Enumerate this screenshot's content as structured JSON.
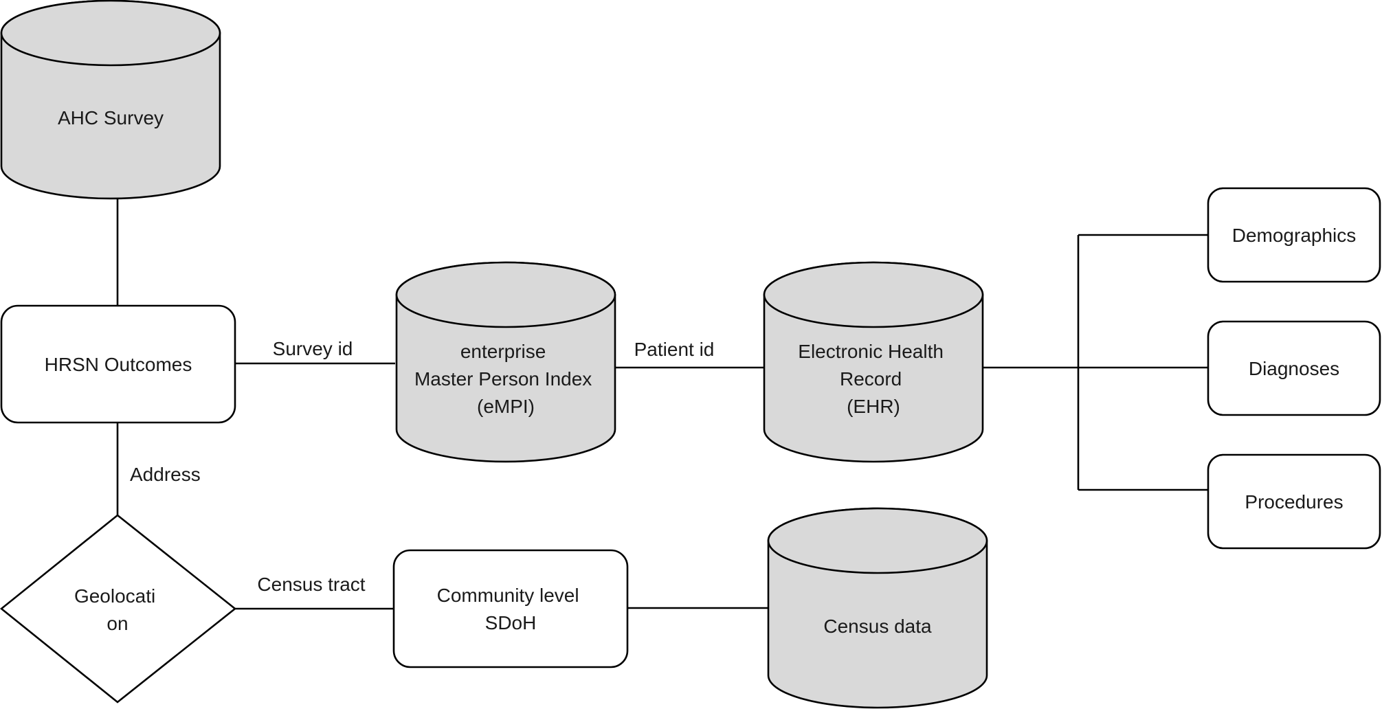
{
  "nodes": {
    "ahc_survey": {
      "lines": [
        "AHC Survey"
      ]
    },
    "hrsn_outcomes": {
      "lines": [
        "HRSN Outcomes"
      ]
    },
    "empi": {
      "lines": [
        "enterprise",
        "Master Person Index",
        "(eMPI)"
      ]
    },
    "ehr": {
      "lines": [
        "Electronic Health",
        "Record",
        "(EHR)"
      ]
    },
    "demographics": {
      "lines": [
        "Demographics"
      ]
    },
    "diagnoses": {
      "lines": [
        "Diagnoses"
      ]
    },
    "procedures": {
      "lines": [
        "Procedures"
      ]
    },
    "geolocation": {
      "lines": [
        "Geolocati",
        "on"
      ]
    },
    "community_sdoh": {
      "lines": [
        "Community level",
        "SDoH"
      ]
    },
    "census_data": {
      "lines": [
        "Census data"
      ]
    }
  },
  "edges": {
    "survey_id": "Survey id",
    "patient_id": "Patient id",
    "address": "Address",
    "census_tract": "Census tract"
  },
  "colors": {
    "database_fill": "#d9d9d9",
    "box_fill": "#ffffff",
    "stroke": "#000000"
  }
}
